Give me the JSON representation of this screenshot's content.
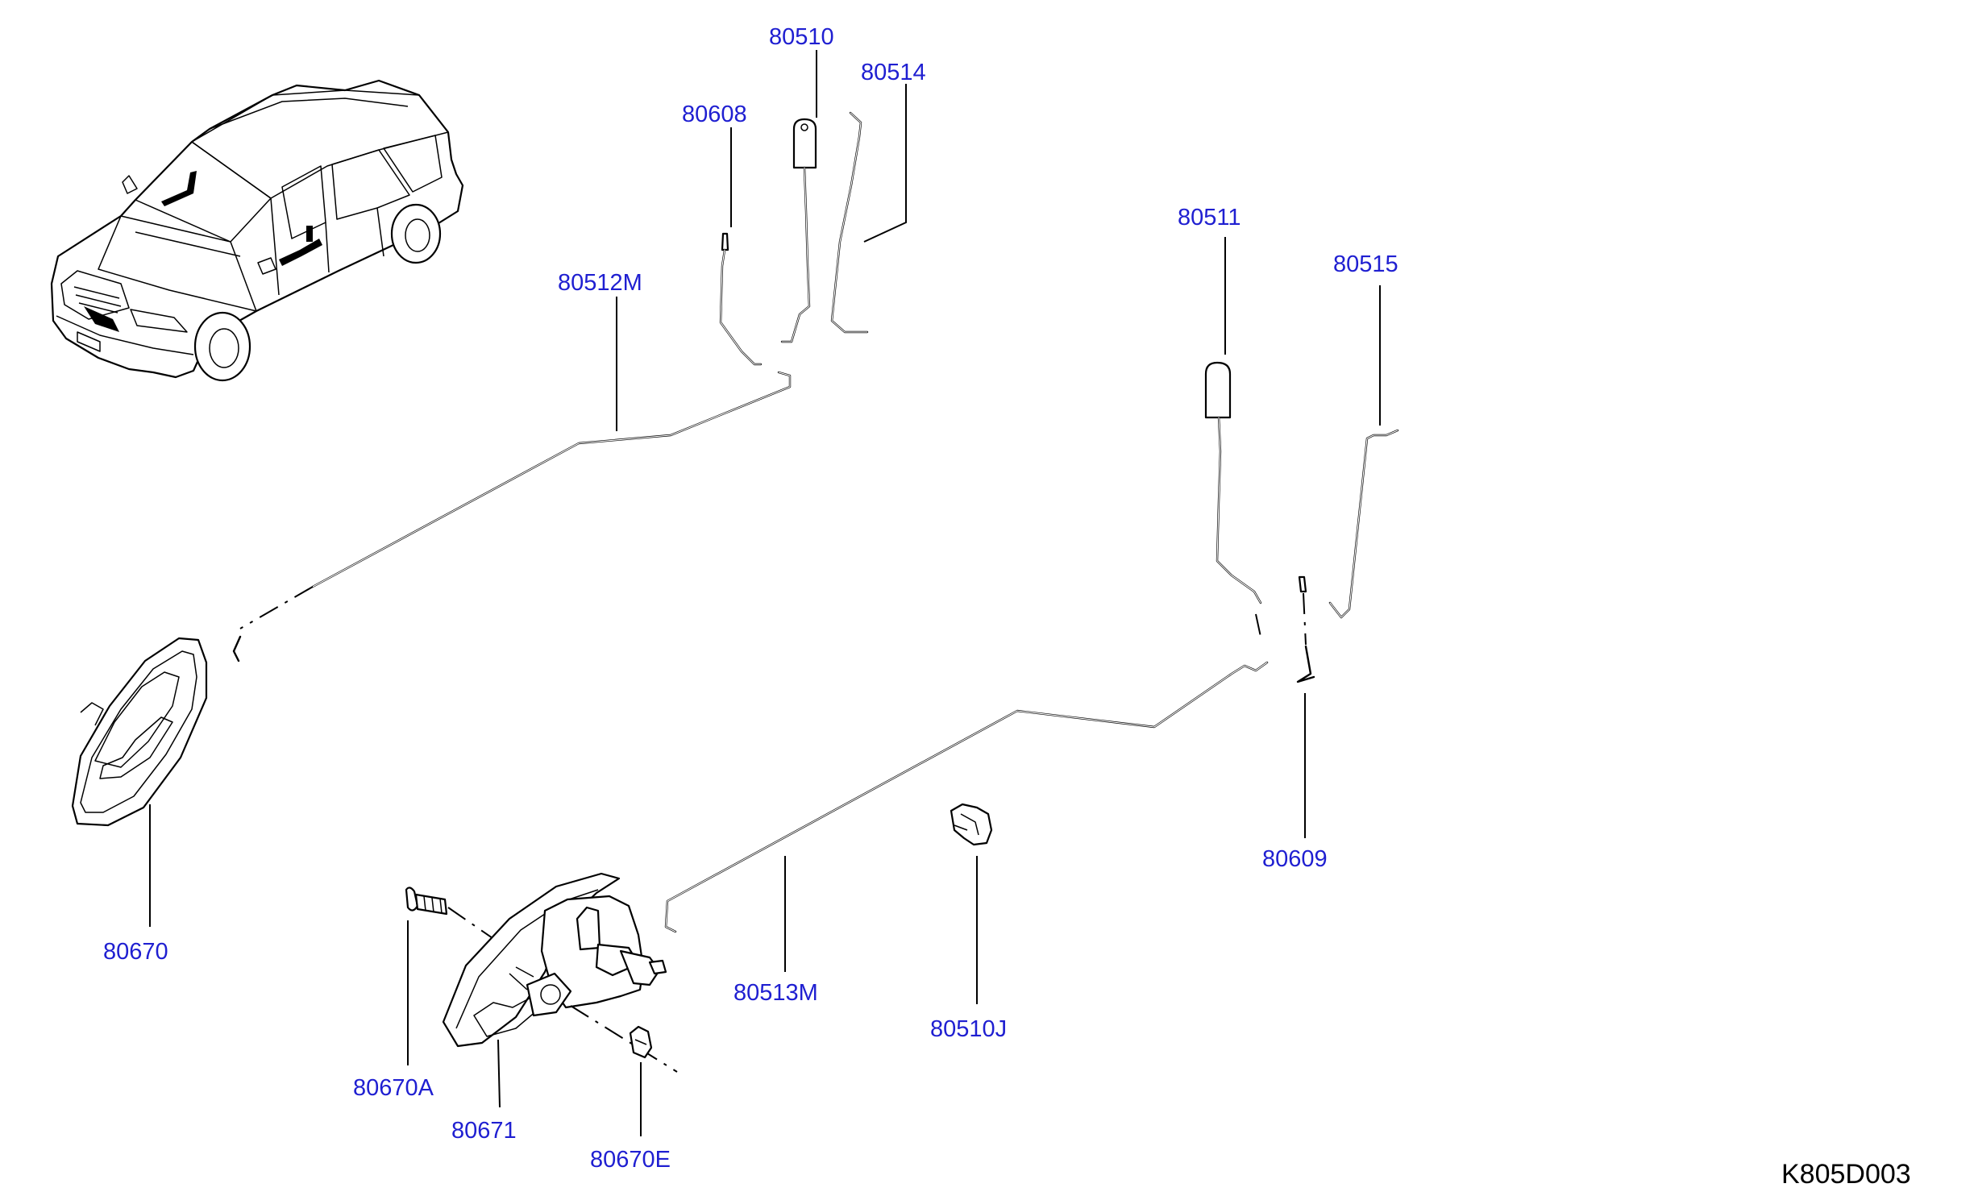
{
  "labels": {
    "p80510": "80510",
    "p80514": "80514",
    "p80608": "80608",
    "p80512M": "80512M",
    "p80511": "80511",
    "p80515": "80515",
    "p80609": "80609",
    "p80670": "80670",
    "p80513M": "80513M",
    "p80510J": "80510J",
    "p80670A": "80670A",
    "p80671": "80671",
    "p80670E": "80670E"
  },
  "diagram_code": "K805D003",
  "colors": {
    "label": "#1f1fd1",
    "line": "#000000",
    "background": "#ffffff"
  }
}
